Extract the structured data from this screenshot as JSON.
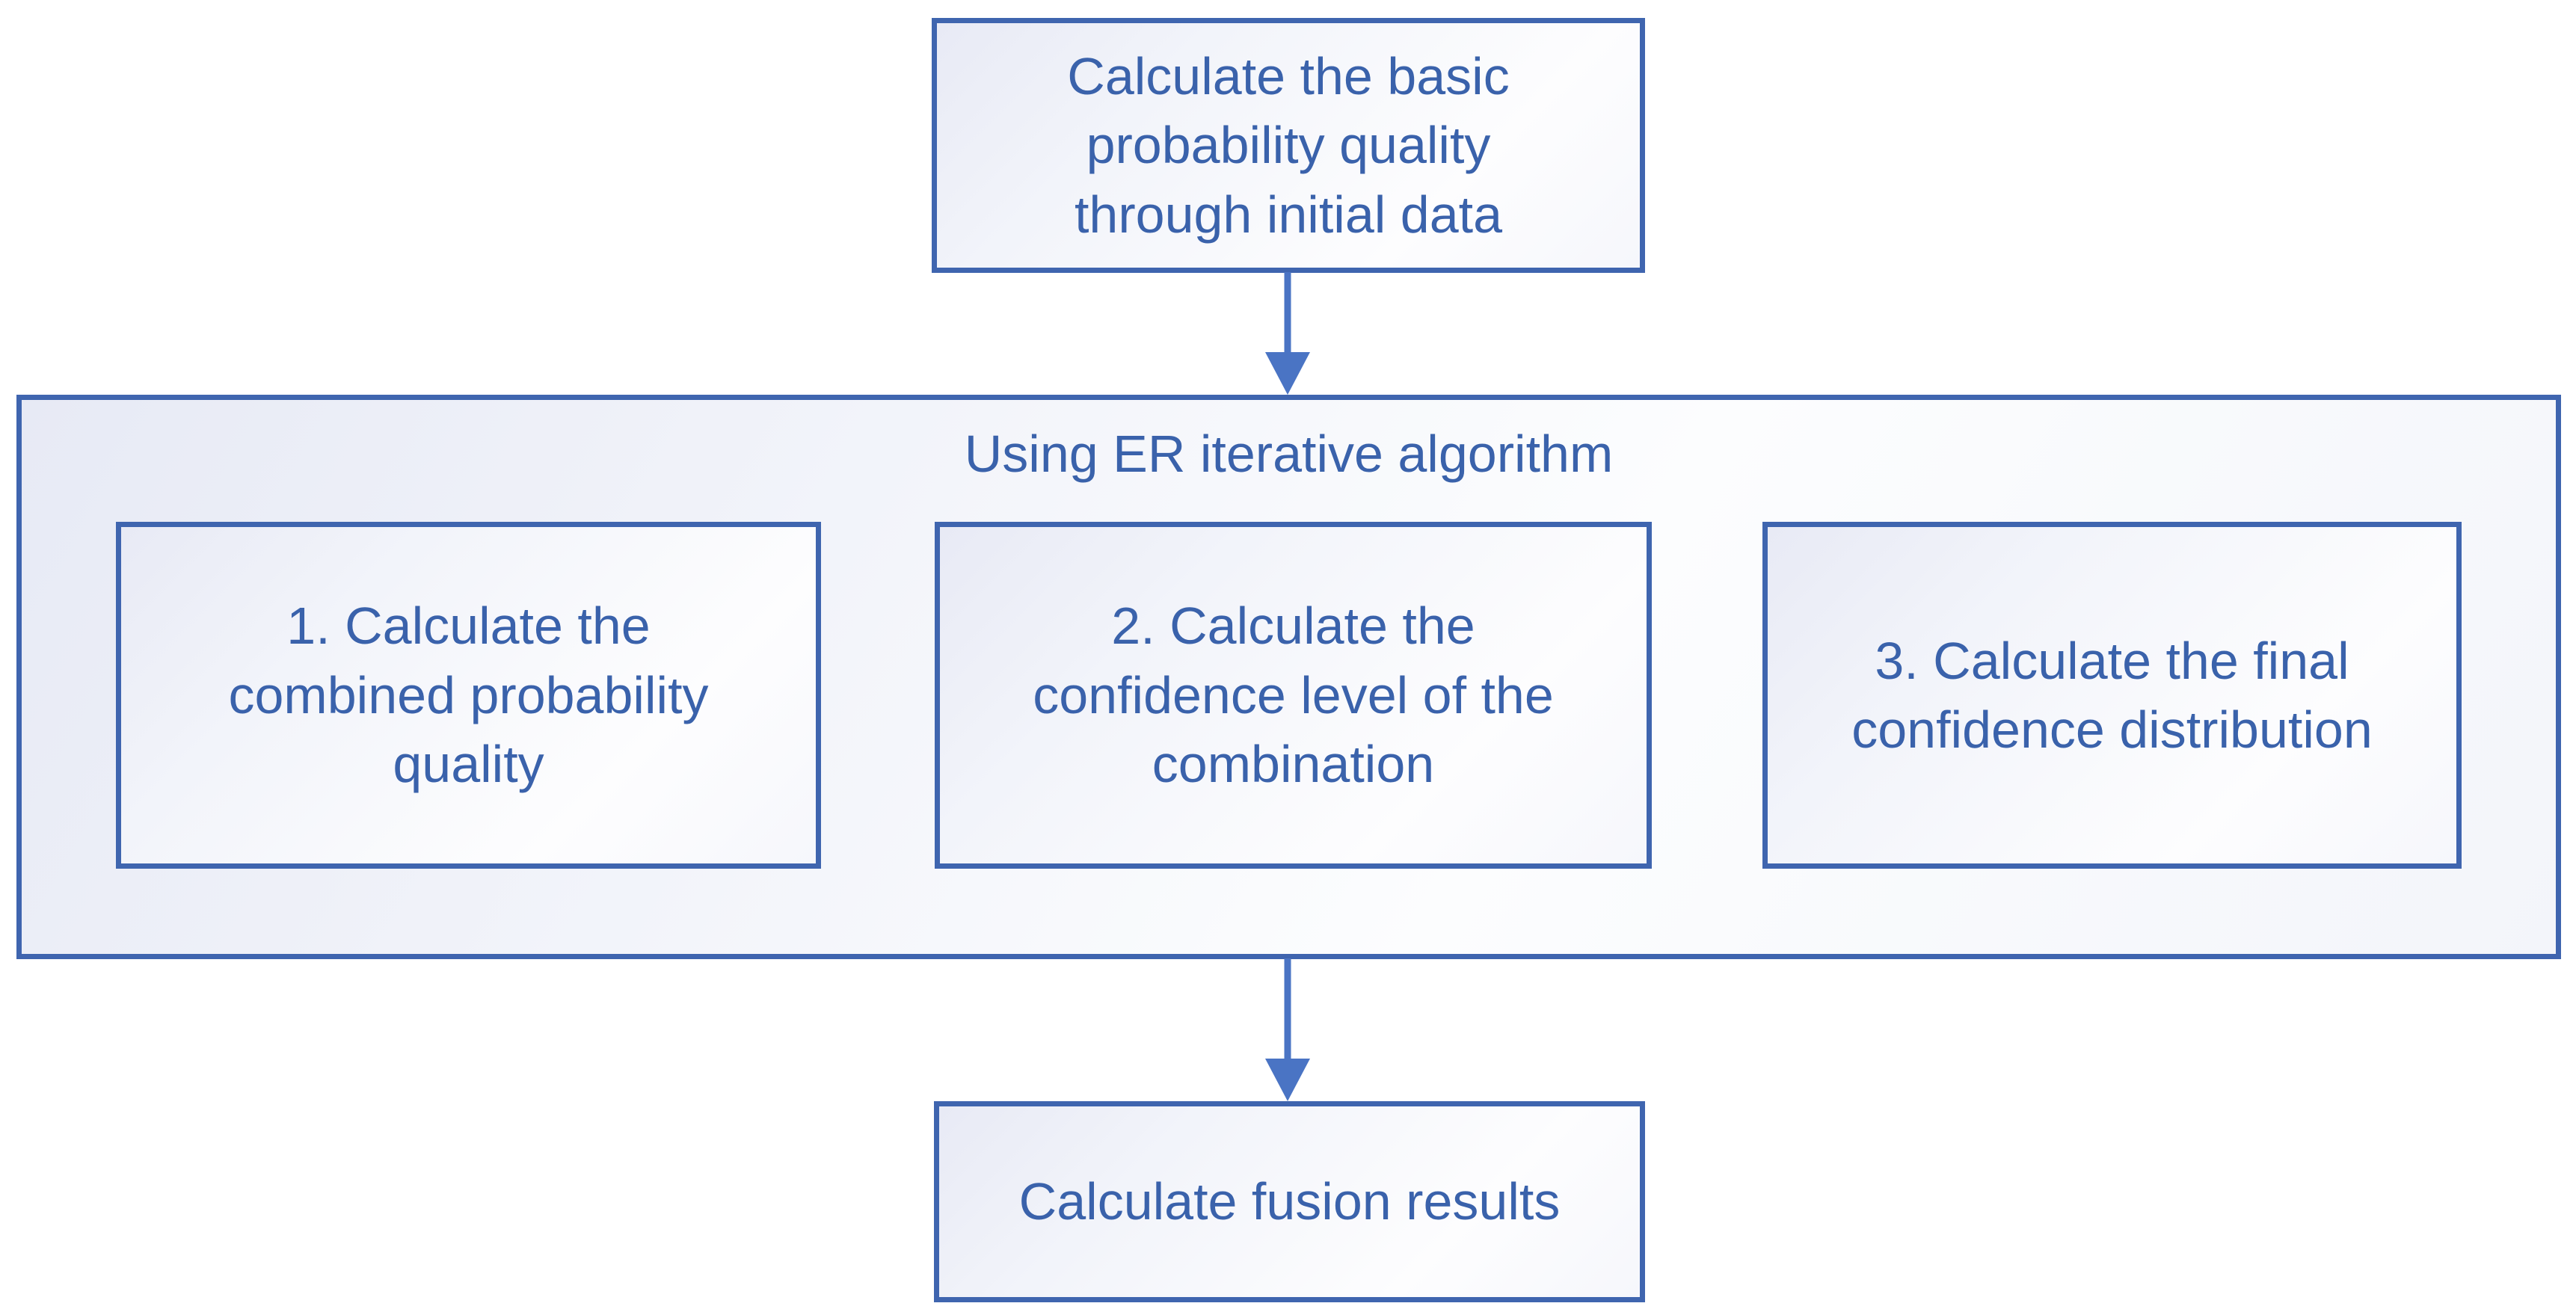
{
  "diagram": {
    "colors": {
      "border": "#3F65AF",
      "text": "#3A62AB",
      "arrow": "#4A74C4"
    },
    "nodes": {
      "start": {
        "label": "Calculate the basic probability quality through initial data",
        "lines": [
          "Calculate the basic",
          "probability quality",
          "through initial data"
        ]
      },
      "container": {
        "label": "Using ER iterative algorithm"
      },
      "step1": {
        "label": "1. Calculate the combined probability quality",
        "lines": [
          "1. Calculate the",
          "combined probability",
          "quality"
        ]
      },
      "step2": {
        "label": "2. Calculate the confidence level of the combination",
        "lines": [
          "2. Calculate the",
          "confidence level of the",
          "combination"
        ]
      },
      "step3": {
        "label": "3. Calculate the final confidence distribution",
        "lines": [
          "3. Calculate the final",
          "confidence distribution"
        ]
      },
      "end": {
        "label": "Calculate fusion results",
        "lines": [
          "Calculate fusion results"
        ]
      }
    }
  }
}
